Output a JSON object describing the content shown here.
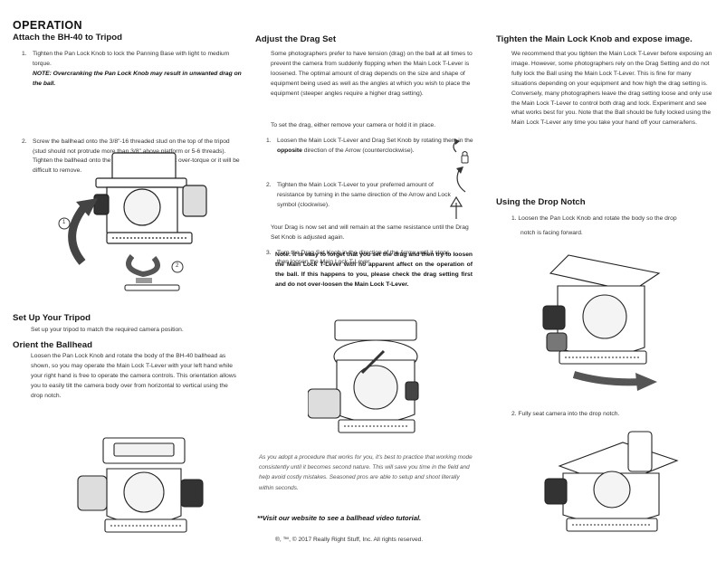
{
  "operation_title": "OPERATION",
  "col1": {
    "attach_heading": "Attach the BH-40 to Tripod",
    "attach_steps": [
      {
        "num": "1.",
        "text": "Tighten the Pan Lock Knob to lock the Panning Base with light to medium torque.",
        "note": "NOTE: Overcranking the Pan Lock Knob may result in unwanted drag on the ball."
      },
      {
        "num": "2.",
        "text": "Screw the ballhead onto the 3/8\"-16 threaded stud on the top of the tripod (stud should not protrude more than 3/8\" above platform or 5-6 threads). Tighten the ballhead onto the tripod snugly, but do not over-torque or it will be difficult to remove."
      }
    ],
    "fig1_label_1": "1",
    "fig1_label_2": "2",
    "setup_heading": "Set Up Your Tripod",
    "setup_text": "Set up your tripod to match the required camera position.",
    "orient_heading": "Orient the Ballhead",
    "orient_text": "Loosen the Pan Lock Knob and rotate the body of the BH-40 ballhead as shown, so you may operate the Main Lock T-Lever with your left hand while your right hand is free to operate the camera controls. This orientation allows you to easily tilt the camera body over from horizontal to vertical using the drop notch."
  },
  "col2": {
    "drag_heading": "Adjust the Drag Set",
    "drag_intro": "Some photographers prefer to have tension (drag) on the ball at all times to prevent the camera from suddenly flopping when the Main Lock T-Lever is loosened. The optimal amount of drag depends on the size and shape of equipment being used as well as the angles at which you wish to place the equipment (steeper angles require a higher drag setting).",
    "drag_set_intro": "To set the drag, either remove your camera or hold it in place.",
    "drag_steps": [
      {
        "num": "1.",
        "pre": "Loosen the Main Lock T-Lever and Drag Set Knob by rotating them in the ",
        "bold": "opposite",
        "post": " direction of the Arrow (counterclockwise)."
      },
      {
        "num": "2.",
        "pre": "Tighten the Main Lock T-Lever to your preferred amount of resistance by turning in the same direction of the Arrow and Lock symbol (clockwise).",
        "bold": "",
        "post": ""
      },
      {
        "num": "3.",
        "pre": "Turn the Drag Set Knob in the direction of the Arrow until it stops, then loosen the Main Lock T-Lever.",
        "bold": "",
        "post": ""
      }
    ],
    "drag_done": "Your Drag is now set and will remain at the same resistance until the Drag Set Knob is adjusted again.",
    "drag_note": "Note: It is easy to forget that you set the drag and then try to loosen the Main Lock T-Lever with no apparent affect on the operation of the ball. If this happens to you, please check the drag setting first and do not over-loosen the Main Lock T-Lever.",
    "practice_text": "As you adopt a procedure that works for you, it's best to practice that working mode consistently until it becomes second nature. This will save you time in the field and help avoid costly mistakes. Seasoned pros are able to setup and shoot literally within seconds.",
    "visit_text": "**Visit our website to see a ballhead video tutorial.",
    "copyright": "®, ™, © 2017 Really Right Stuff, Inc. All rights reserved."
  },
  "col3": {
    "tighten_heading": "Tighten the Main Lock Knob and expose image.",
    "tighten_text": "We recommend that you tighten the Main Lock T-Lever before exposing an image. However, some photographers rely on the Drag Setting and do not fully lock the Ball using the Main Lock T-Lever. This is fine for many situations depending on your equipment and how high the drag setting is. Conversely, many photographers leave the drag setting loose and only use the Main Lock T-Lever to control both drag and lock. Experiment and see what works best for you. Note that the Ball should be fully locked using the Main Lock T-Lever any time you take your hand off your camera/lens.",
    "drop_heading": "Using the Drop Notch",
    "drop_step1": "1. Loosen the Pan Lock Knob and rotate the body so the drop",
    "drop_step1b": "notch is facing forward.",
    "drop_step2": "2. Fully seat camera into the drop notch."
  }
}
